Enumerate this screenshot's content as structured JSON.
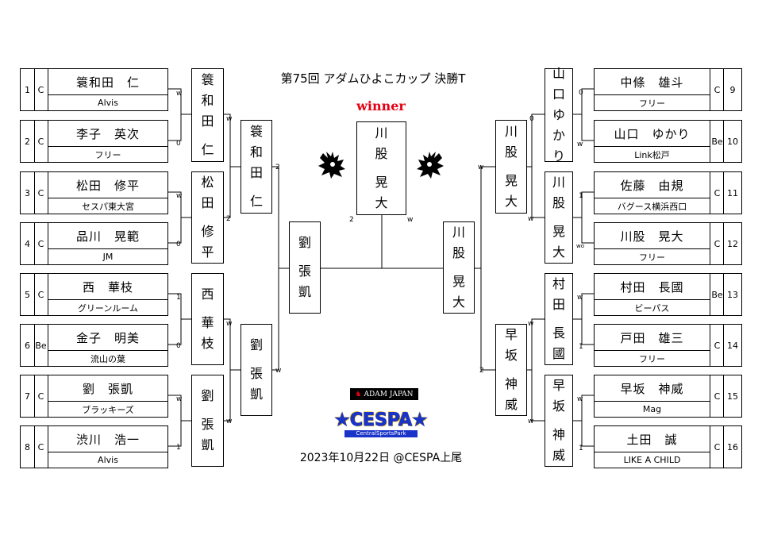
{
  "title": "第75回 アダムひよこカップ 決勝T",
  "winner_label": "winner",
  "date_venue": "2023年10月22日 @CESPA上尾",
  "sponsor": {
    "adam": "ADAM JAPAN",
    "cespa": "★CESPA★",
    "cespa_sub": "CentralSportsPark"
  },
  "left_players": [
    {
      "seed": "1",
      "cls": "C",
      "name": "簑和田　仁",
      "club": "Alvis"
    },
    {
      "seed": "2",
      "cls": "C",
      "name": "李子　英次",
      "club": "フリー"
    },
    {
      "seed": "3",
      "cls": "C",
      "name": "松田　修平",
      "club": "セスパ東大宮"
    },
    {
      "seed": "4",
      "cls": "C",
      "name": "品川　晃範",
      "club": "JM"
    },
    {
      "seed": "5",
      "cls": "C",
      "name": "西　華枝",
      "club": "グリーンルーム"
    },
    {
      "seed": "6",
      "cls": "Be",
      "name": "金子　明美",
      "club": "流山の葉"
    },
    {
      "seed": "7",
      "cls": "C",
      "name": "劉　張凱",
      "club": "ブラッキーズ"
    },
    {
      "seed": "8",
      "cls": "C",
      "name": "渋川　浩一",
      "club": "Alvis"
    }
  ],
  "right_players": [
    {
      "seed": "9",
      "cls": "C",
      "name": "中條　雄斗",
      "club": "フリー"
    },
    {
      "seed": "10",
      "cls": "Be",
      "name": "山口　ゆかり",
      "club": "Link松戸"
    },
    {
      "seed": "11",
      "cls": "C",
      "name": "佐藤　由規",
      "club": "バグース横浜西口"
    },
    {
      "seed": "12",
      "cls": "C",
      "name": "川股　晃大",
      "club": "フリー"
    },
    {
      "seed": "13",
      "cls": "Be",
      "name": "村田　長國",
      "club": "ビーパス"
    },
    {
      "seed": "14",
      "cls": "C",
      "name": "戸田　雄三",
      "club": "フリー"
    },
    {
      "seed": "15",
      "cls": "C",
      "name": "早坂　神威",
      "club": "Mag"
    },
    {
      "seed": "16",
      "cls": "C",
      "name": "土田　誠",
      "club": "LIKE A CHILD"
    }
  ],
  "left_r1": [
    {
      "chars": [
        "簑",
        "和",
        "田",
        "",
        "仁"
      ]
    },
    {
      "chars": [
        "松",
        "田",
        "",
        "修",
        "平"
      ]
    },
    {
      "chars": [
        "西",
        "",
        "華",
        "枝"
      ]
    },
    {
      "chars": [
        "劉",
        "",
        "張",
        "凱"
      ]
    }
  ],
  "left_r2": [
    {
      "chars": [
        "簑",
        "和",
        "田",
        "",
        "仁"
      ]
    },
    {
      "chars": [
        "劉",
        "",
        "張",
        "凱"
      ]
    }
  ],
  "left_sf": {
    "chars": [
      "劉",
      "",
      "張",
      "凱"
    ]
  },
  "right_r1": [
    {
      "chars": [
        "山",
        "口",
        "",
        "ゆ",
        "か",
        "り"
      ]
    },
    {
      "chars": [
        "川",
        "股",
        "",
        "晃",
        "大"
      ]
    },
    {
      "chars": [
        "村",
        "田",
        "",
        "長",
        "國"
      ]
    },
    {
      "chars": [
        "早",
        "坂",
        "",
        "神",
        "威"
      ]
    }
  ],
  "right_r2": [
    {
      "chars": [
        "川",
        "股",
        "",
        "晃",
        "大"
      ]
    },
    {
      "chars": [
        "早",
        "坂",
        "",
        "神",
        "威"
      ]
    }
  ],
  "right_sf": {
    "chars": [
      "川",
      "股",
      "",
      "晃",
      "大"
    ]
  },
  "champion": {
    "chars": [
      "川",
      "股",
      "",
      "晃",
      "大"
    ]
  },
  "scores": {
    "l1a": "w",
    "l1b": "0",
    "l1c": "w",
    "l1d": "0",
    "l1e": "1",
    "l1f": "0",
    "l1g": "w",
    "l1h": "1",
    "l2a": "w",
    "l2b": "2",
    "l2c": "w",
    "l2d": "w",
    "l3a": "2",
    "l3b": "w",
    "r1a": "0",
    "r1b": "w",
    "r1c": "1",
    "r1d": "wo",
    "r1e": "w",
    "r1f": "1",
    "r1g": "w",
    "r1h": "1",
    "r2a": "0",
    "r2b": "w",
    "r2c": "w",
    "r2d": "w",
    "r3a": "w",
    "r3b": "2",
    "fa": "2",
    "fb": "w"
  },
  "colors": {
    "winner": "#e60012",
    "line": "#000000"
  }
}
